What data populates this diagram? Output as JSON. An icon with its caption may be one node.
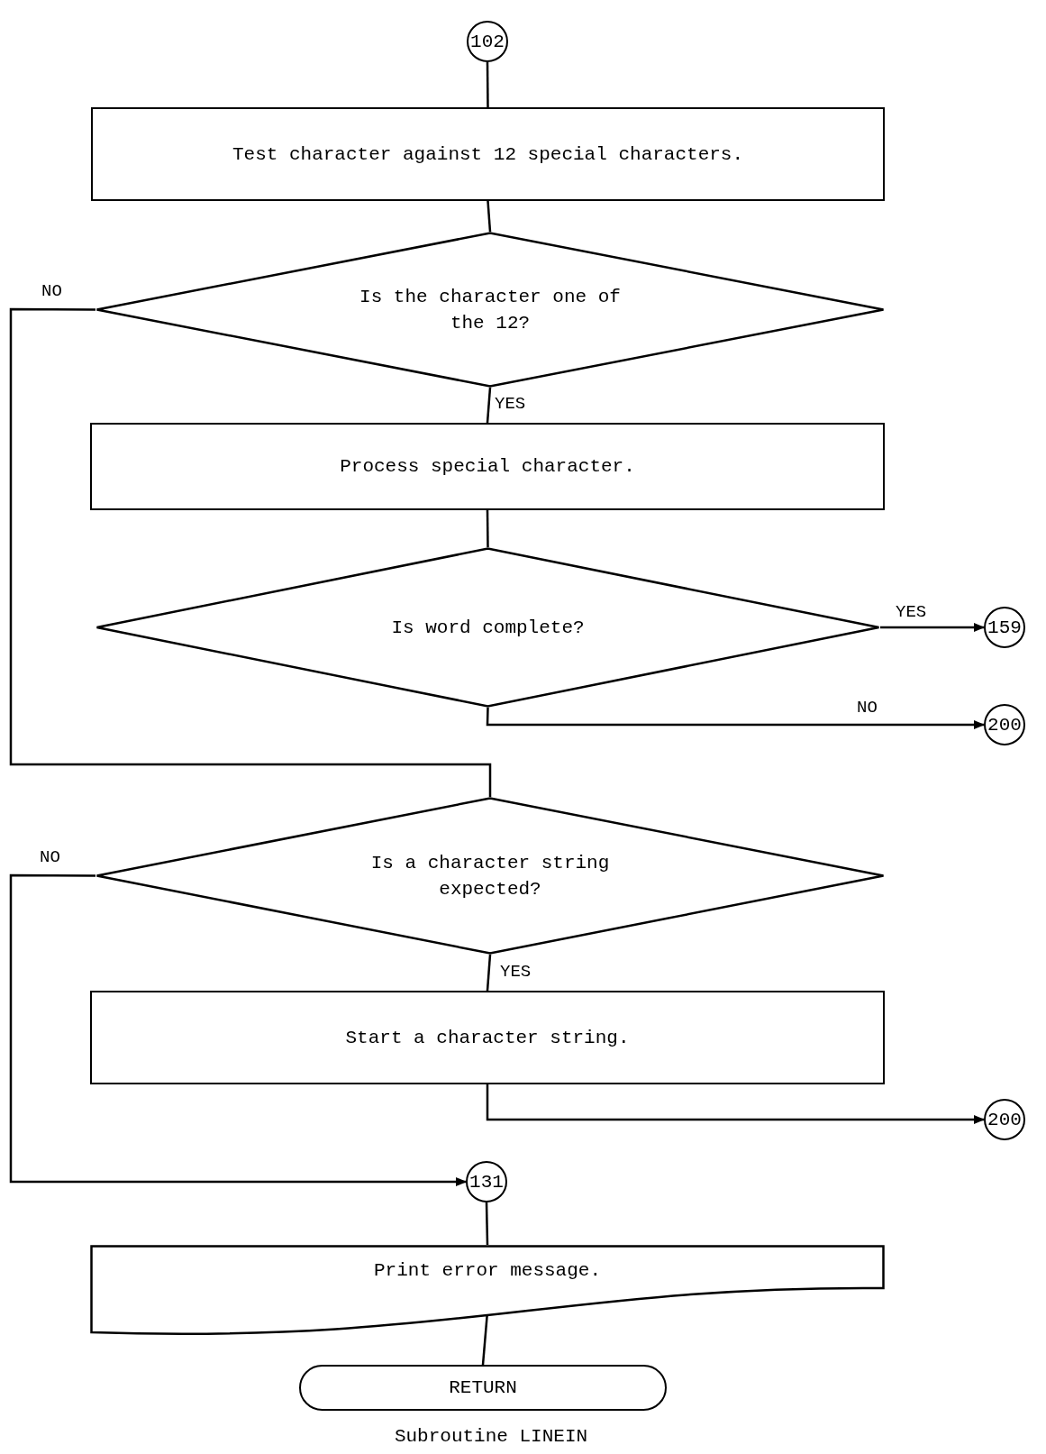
{
  "diagram": {
    "caption": "Subroutine LINEIN",
    "nodes": [
      {
        "text": [
          "102"
        ]
      },
      {
        "text": [
          "Test character against 12 special characters."
        ]
      },
      {
        "text": [
          "Is the character one of the 12?"
        ]
      },
      {
        "text": [
          "Process special character."
        ]
      },
      {
        "text": [
          "Is word complete?"
        ]
      },
      {
        "text": [
          "159"
        ]
      },
      {
        "text": [
          "200"
        ]
      },
      {
        "text": [
          "Is a character string expected?"
        ]
      },
      {
        "text": [
          "Start a character string."
        ]
      },
      {
        "text": [
          "200"
        ]
      },
      {
        "text": [
          "131"
        ]
      },
      {
        "text": [
          "Print error message."
        ]
      },
      {
        "text": [
          "RETURN"
        ]
      }
    ],
    "edges": [
      {
        "from": 0,
        "to": 1,
        "arrow": "none"
      },
      {
        "from": 1,
        "to": 2,
        "arrow": "none"
      },
      {
        "from": 2,
        "to": 3,
        "arrow": "none",
        "label": "YES"
      },
      {
        "from": 2,
        "to": 7,
        "arrow": "none",
        "label": "NO"
      },
      {
        "from": 3,
        "to": 4,
        "arrow": "none"
      },
      {
        "from": 4,
        "to": 5,
        "arrow": "to",
        "label": "YES"
      },
      {
        "from": 4,
        "to": 6,
        "arrow": "to",
        "label": "NO"
      },
      {
        "from": 7,
        "to": 8,
        "arrow": "none",
        "label": "YES"
      },
      {
        "from": 7,
        "to": 10,
        "arrow": "to",
        "label": "NO"
      },
      {
        "from": 8,
        "to": 9,
        "arrow": "to"
      },
      {
        "from": 10,
        "to": 11,
        "arrow": "none"
      },
      {
        "from": 11,
        "to": 12,
        "arrow": "none"
      }
    ]
  }
}
